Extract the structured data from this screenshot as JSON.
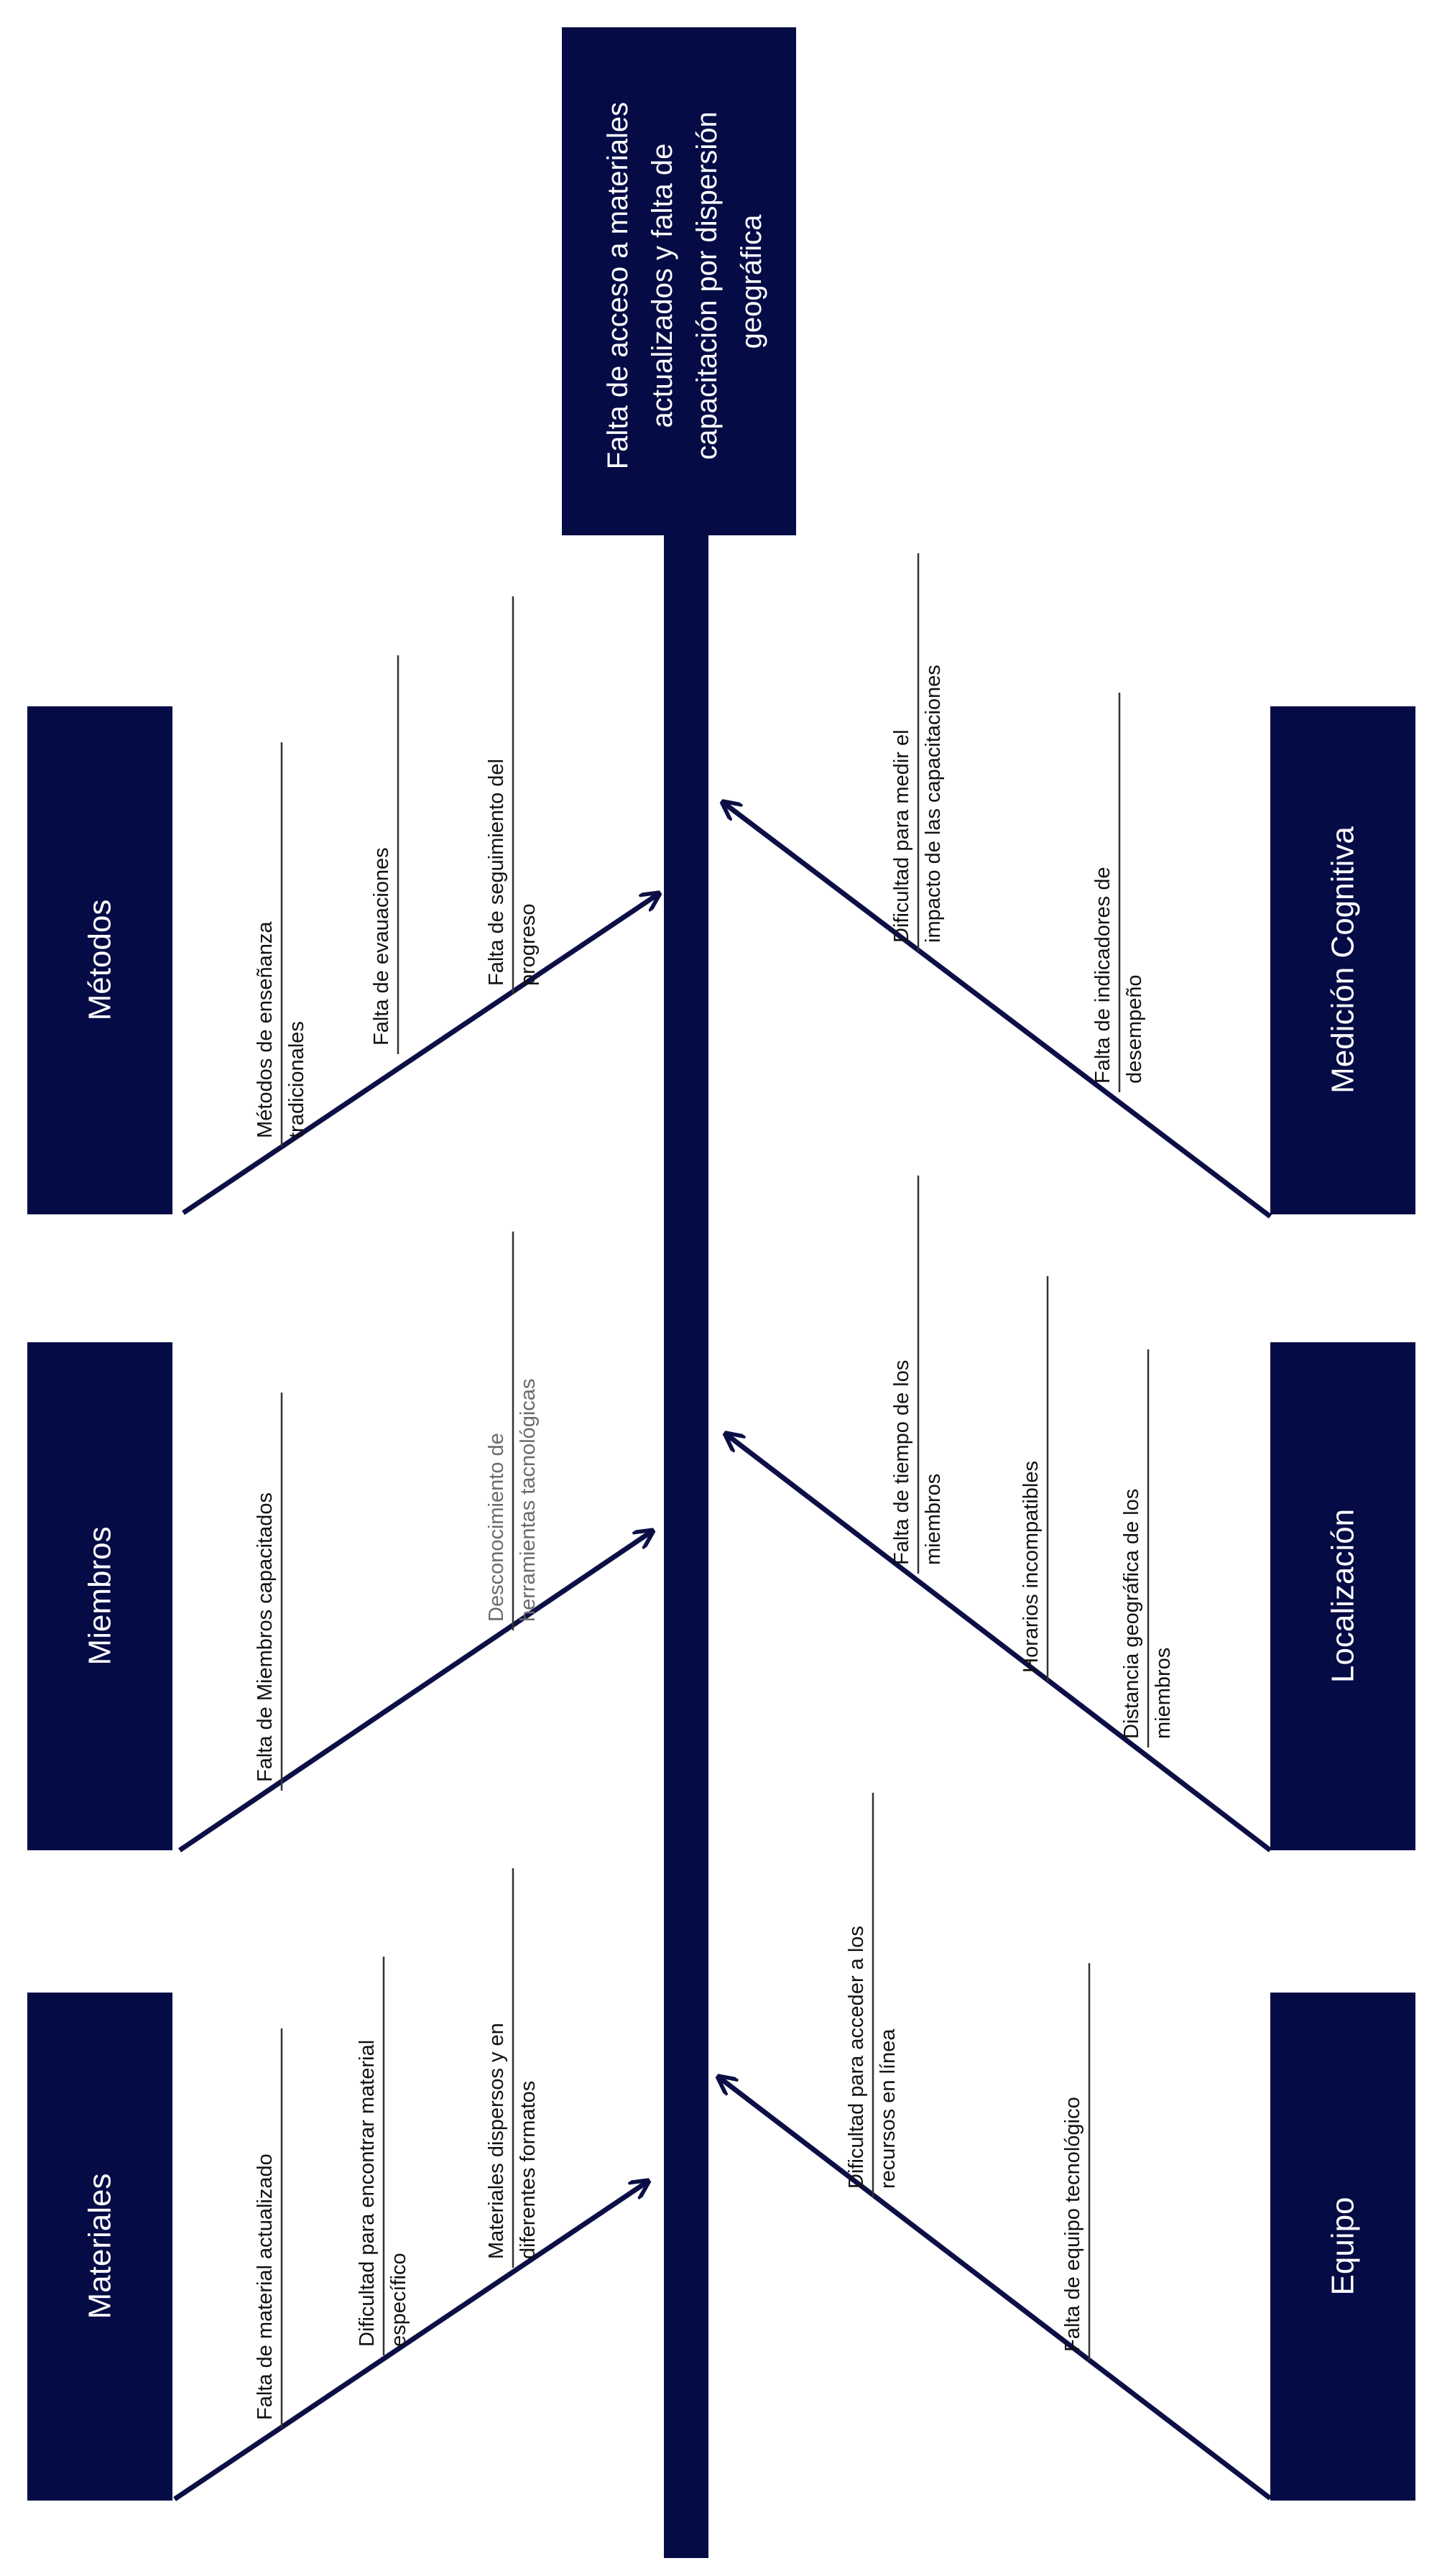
{
  "colors": {
    "navy": "#040b45",
    "arrow": "#0b0f45",
    "text": "#111111",
    "muted": "#6b6b6b"
  },
  "problem": {
    "lines": [
      "Falta de acceso a materiales",
      "actualizados y falta de",
      "capacitación por dispersión",
      "geográfica"
    ]
  },
  "categories": {
    "metodos": {
      "label": "Métodos",
      "causes": [
        {
          "lines": [
            "Métodos de enseñanza",
            "tradicionales"
          ]
        },
        {
          "lines": [
            "Falta de evauaciones"
          ]
        },
        {
          "lines": [
            "Falta de seguimiento del",
            "progreso"
          ]
        }
      ]
    },
    "miembros": {
      "label": "Miembros",
      "causes": [
        {
          "lines": [
            "Falta de Miembros capacitados"
          ]
        },
        {
          "lines": [
            "Desconocimiento de",
            "herramientas tacnológicas"
          ],
          "muted": true
        }
      ]
    },
    "materiales": {
      "label": "Materiales",
      "causes": [
        {
          "lines": [
            "Falta de material actualizado"
          ]
        },
        {
          "lines": [
            "Dificultad para encontrar material",
            "específico"
          ]
        },
        {
          "lines": [
            "Materiales dispersos y en",
            "diferentes formatos"
          ]
        }
      ]
    },
    "medicion": {
      "label": "Medición Cognitiva",
      "causes": [
        {
          "lines": [
            "Dificultad para medir el",
            "impacto de las capacitaciones"
          ]
        },
        {
          "lines": [
            "Falta de indicadores de",
            "desempeño"
          ]
        }
      ]
    },
    "localizacion": {
      "label": "Localización",
      "causes": [
        {
          "lines": [
            "Falta de tiempo de los",
            "miembros"
          ]
        },
        {
          "lines": [
            "Horarios incompatibles"
          ]
        },
        {
          "lines": [
            "Distancia geográfica de los",
            "miembros"
          ]
        }
      ]
    },
    "equipo": {
      "label": "Equipo",
      "causes": [
        {
          "lines": [
            "Dificultad para acceder a los",
            "recursos en línea"
          ]
        },
        {
          "lines": [
            "Falta de equipo tecnológico"
          ]
        }
      ]
    }
  }
}
